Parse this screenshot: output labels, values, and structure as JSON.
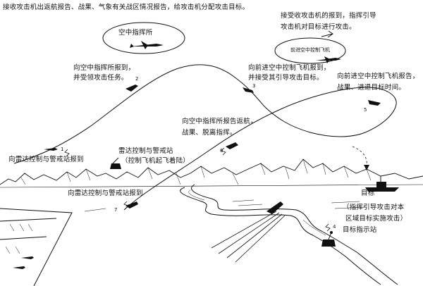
{
  "labels": {
    "top_brief": "接收攻击机出返航报告、战果、气象有关战区情况报告，给攻击机分配攻击目标。",
    "top_right_1": "接受收攻击机的报到，指挥引导",
    "top_right_2": "攻击机对目标进行攻击。",
    "air_command": "空中指挥所",
    "forward_ctrl_plane": "前进空中控制飞机",
    "report_air_cmd_1": "向空中指挥所报到，",
    "report_air_cmd_2": "并受领攻击任务。",
    "report_forward_1": "向前进空中控制飞机报到，",
    "report_forward_2": "并接受其引导攻击目标。",
    "report_result_1": "向前进空中控制飞机报告，",
    "report_result_2": "战果、进退目标时间。",
    "return_report_1": "向空中指挥所报告返航，",
    "return_report_2": "战果、脱离指挥。",
    "radar_report_out": "向雷达控制与警戒站报到",
    "radar_station_1": "雷达控制与警戒站",
    "radar_station_2": "（控制飞机起飞着陆）",
    "radar_report_back": "向雷达控制与警戒站报到",
    "target": "目标",
    "guide_1": "（指挥引导攻击对本",
    "guide_2": "区域目标实施攻击）",
    "target_station": "目标指示站"
  },
  "steps": [
    "1",
    "2",
    "3",
    "4",
    "5",
    "6",
    "7"
  ],
  "colors": {
    "ink": "#111111",
    "paper": "#ffffff"
  }
}
